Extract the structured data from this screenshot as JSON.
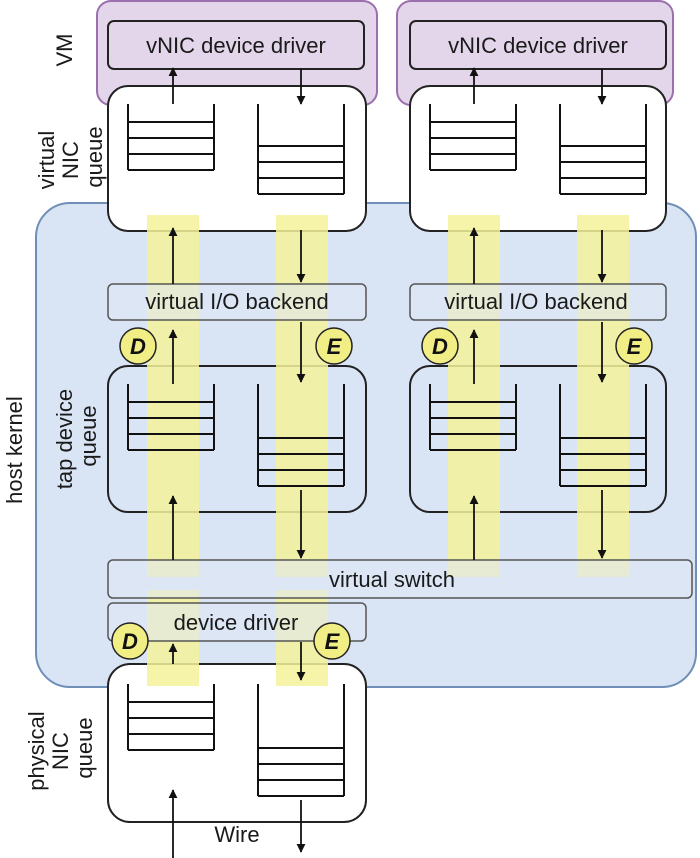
{
  "labels": {
    "vm": "VM",
    "virtual_nic_queue": [
      "virtual",
      "NIC",
      "queue"
    ],
    "host_kernel": "host kernel",
    "tap_device_queue": [
      "tap device",
      "queue"
    ],
    "physical_nic_queue": [
      "physical",
      "NIC",
      "queue"
    ],
    "wire": "Wire"
  },
  "boxes": {
    "vnic_driver_left": "vNIC device driver",
    "vnic_driver_right": "vNIC device driver",
    "virtio_backend_left": "virtual I/O backend",
    "virtio_backend_right": "virtual I/O backend",
    "virtual_switch": "virtual switch",
    "device_driver": "device driver"
  },
  "badges": {
    "dequeue": "D",
    "enqueue": "E"
  },
  "colors": {
    "vm_fill": "#e3d6ea",
    "vm_stroke": "#9c6fae",
    "host_fill": "#d9e4f4",
    "host_stroke": "#6f8fb8",
    "highlight": "#f4f29a",
    "badge_fill": "#f2ee86"
  }
}
